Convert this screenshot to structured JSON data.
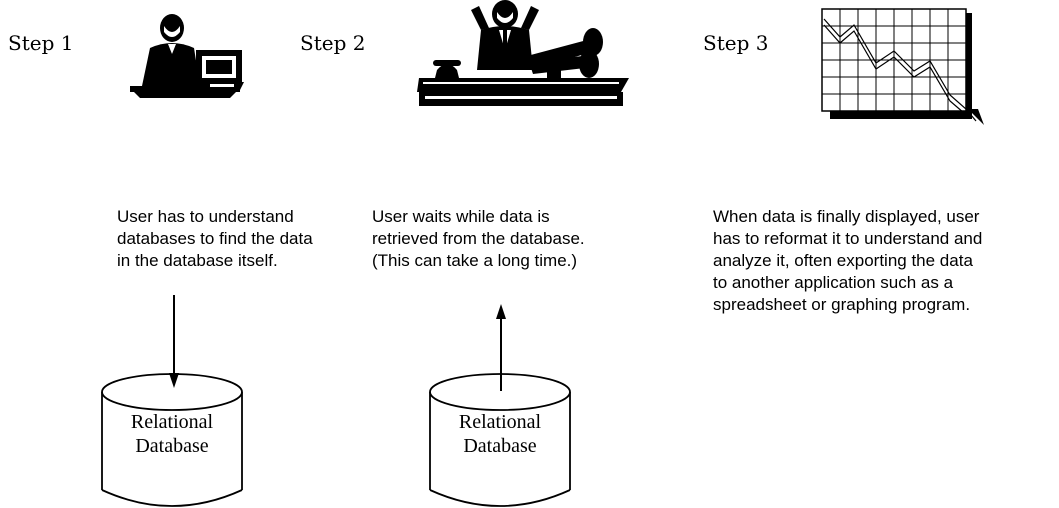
{
  "steps": [
    {
      "label": "Step 1",
      "illustration": "person-at-computer-icon",
      "description": [
        "User has to understand",
        "databases to find the data",
        "in the database itself."
      ],
      "database_label": [
        "Relational",
        "Database"
      ],
      "arrow": "down"
    },
    {
      "label": "Step 2",
      "illustration": "person-waiting-at-desk-icon",
      "description": [
        "User waits while data is",
        "retrieved from the database.",
        "(This can take a long time.)"
      ],
      "database_label": [
        "Relational",
        "Database"
      ],
      "arrow": "up"
    },
    {
      "label": "Step 3",
      "illustration": "declining-line-chart-icon",
      "description": [
        "When data is finally displayed, user",
        "has to reformat it to understand and",
        "analyze it, often exporting the data",
        "to another application such as a",
        "spreadsheet or graphing program."
      ]
    }
  ]
}
